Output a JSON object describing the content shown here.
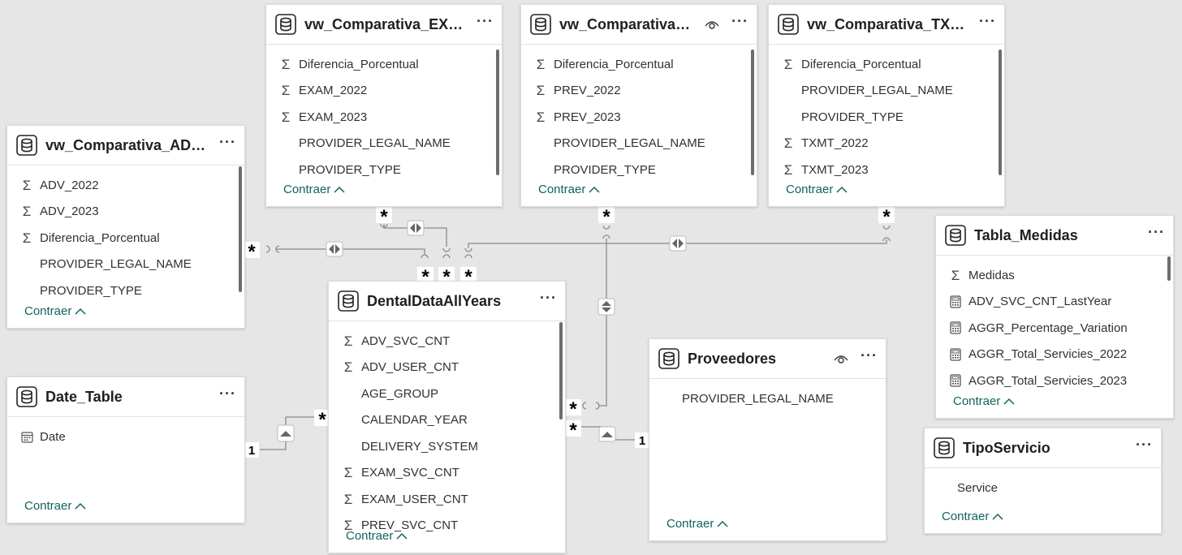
{
  "collapse_label": "Contraer",
  "colors": {
    "background": "#e6e6e6",
    "accent": "#11645d",
    "line": "#8a8a8a"
  },
  "tables": {
    "exam": {
      "title": "vw_Comparativa_EXAM...",
      "fields": [
        {
          "icon": "sigma-icon",
          "label": "Diferencia_Porcentual"
        },
        {
          "icon": "sigma-icon",
          "label": "EXAM_2022"
        },
        {
          "icon": "sigma-icon",
          "label": "EXAM_2023"
        },
        {
          "icon": "",
          "label": "PROVIDER_LEGAL_NAME"
        },
        {
          "icon": "",
          "label": "PROVIDER_TYPE"
        }
      ]
    },
    "prev": {
      "title": "vw_Comparativa_P...",
      "fields": [
        {
          "icon": "sigma-icon",
          "label": "Diferencia_Porcentual"
        },
        {
          "icon": "sigma-icon",
          "label": "PREV_2022"
        },
        {
          "icon": "sigma-icon",
          "label": "PREV_2023"
        },
        {
          "icon": "",
          "label": "PROVIDER_LEGAL_NAME"
        },
        {
          "icon": "",
          "label": "PROVIDER_TYPE"
        }
      ]
    },
    "txmt": {
      "title": "vw_Comparativa_TXMT_...",
      "fields": [
        {
          "icon": "sigma-icon",
          "label": "Diferencia_Porcentual"
        },
        {
          "icon": "",
          "label": "PROVIDER_LEGAL_NAME"
        },
        {
          "icon": "",
          "label": "PROVIDER_TYPE"
        },
        {
          "icon": "sigma-icon",
          "label": "TXMT_2022"
        },
        {
          "icon": "sigma-icon",
          "label": "TXMT_2023"
        }
      ]
    },
    "adv": {
      "title": "vw_Comparativa_ADV_S...",
      "fields": [
        {
          "icon": "sigma-icon",
          "label": "ADV_2022"
        },
        {
          "icon": "sigma-icon",
          "label": "ADV_2023"
        },
        {
          "icon": "sigma-icon",
          "label": "Diferencia_Porcentual"
        },
        {
          "icon": "",
          "label": "PROVIDER_LEGAL_NAME"
        },
        {
          "icon": "",
          "label": "PROVIDER_TYPE"
        }
      ]
    },
    "medidas": {
      "title": "Tabla_Medidas",
      "fields": [
        {
          "icon": "sigma-icon",
          "label": "Medidas"
        },
        {
          "icon": "calculator-icon",
          "label": "ADV_SVC_CNT_LastYear"
        },
        {
          "icon": "calculator-icon",
          "label": "AGGR_Percentage_Variation"
        },
        {
          "icon": "calculator-icon",
          "label": "AGGR_Total_Servicies_2022"
        },
        {
          "icon": "calculator-icon",
          "label": "AGGR_Total_Servicies_2023"
        }
      ]
    },
    "dental": {
      "title": "DentalDataAllYears",
      "fields": [
        {
          "icon": "sigma-icon",
          "label": "ADV_SVC_CNT"
        },
        {
          "icon": "sigma-icon",
          "label": "ADV_USER_CNT"
        },
        {
          "icon": "",
          "label": "AGE_GROUP"
        },
        {
          "icon": "",
          "label": "CALENDAR_YEAR"
        },
        {
          "icon": "",
          "label": "DELIVERY_SYSTEM"
        },
        {
          "icon": "sigma-icon",
          "label": "EXAM_SVC_CNT"
        },
        {
          "icon": "sigma-icon",
          "label": "EXAM_USER_CNT"
        },
        {
          "icon": "sigma-icon",
          "label": "PREV_SVC_CNT"
        }
      ]
    },
    "date": {
      "title": "Date_Table",
      "fields": [
        {
          "icon": "calendar-icon",
          "label": "Date"
        }
      ]
    },
    "proveedores": {
      "title": "Proveedores",
      "fields": [
        {
          "icon": "",
          "label": "PROVIDER_LEGAL_NAME"
        }
      ]
    },
    "tipo": {
      "title": "TipoServicio",
      "fields": [
        {
          "icon": "",
          "label": "Service"
        }
      ]
    }
  },
  "cardinality": {
    "many": "*",
    "one": "1"
  }
}
